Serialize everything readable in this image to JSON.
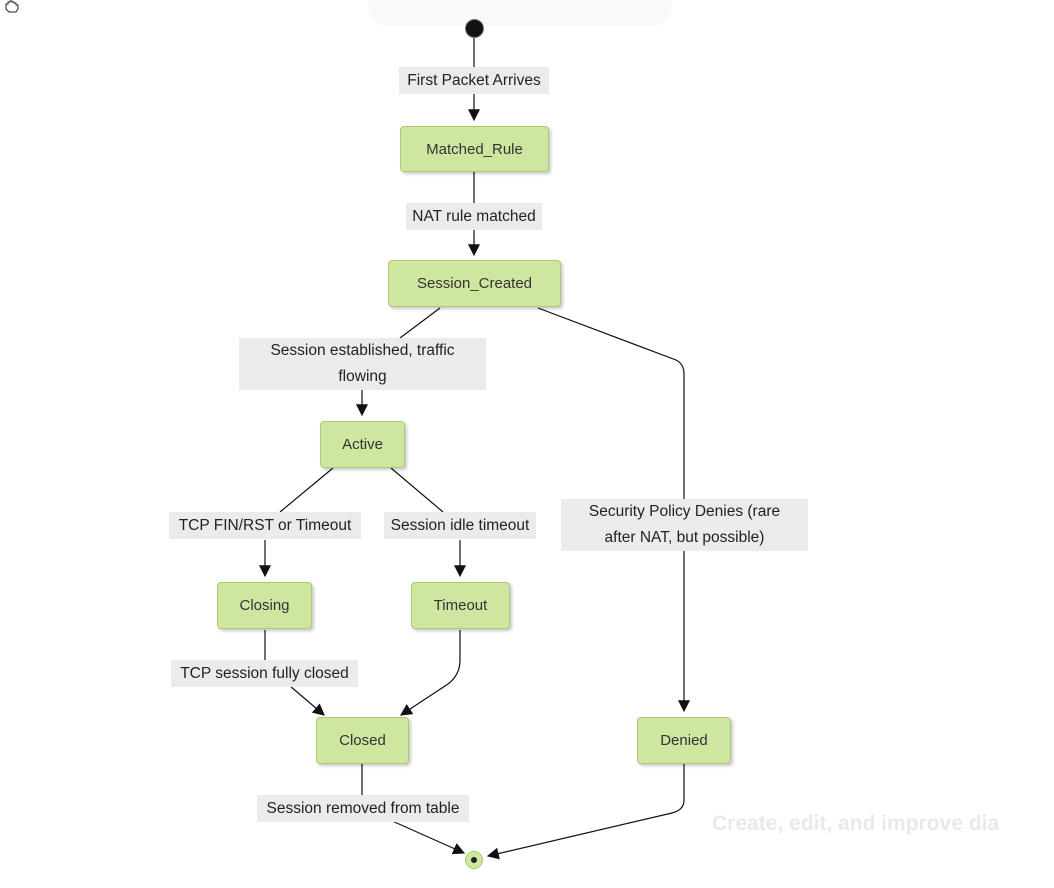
{
  "diagram": {
    "states": {
      "matched_rule": "Matched_Rule",
      "session_created": "Session_Created",
      "active": "Active",
      "closing": "Closing",
      "timeout": "Timeout",
      "closed": "Closed",
      "denied": "Denied"
    },
    "transitions": {
      "first_packet": "First Packet Arrives",
      "nat_rule_matched": "NAT rule matched",
      "session_established": "Session established, traffic flowing",
      "tcp_fin_rst": "TCP FIN/RST or Timeout",
      "idle_timeout": "Session idle timeout",
      "security_policy_denies": "Security Policy Denies (rare after NAT, but possible)",
      "tcp_fully_closed": "TCP session fully closed",
      "session_removed": "Session removed from table"
    }
  },
  "overlay": {
    "watermark_text": "Create, edit, and improve dia"
  },
  "colors": {
    "state_fill": "#cfe6a0",
    "state_border": "#a9cc72",
    "label_bg": "#ebebeb",
    "edge": "#111111"
  },
  "icons": {
    "cursor": "hand-cursor-icon"
  }
}
